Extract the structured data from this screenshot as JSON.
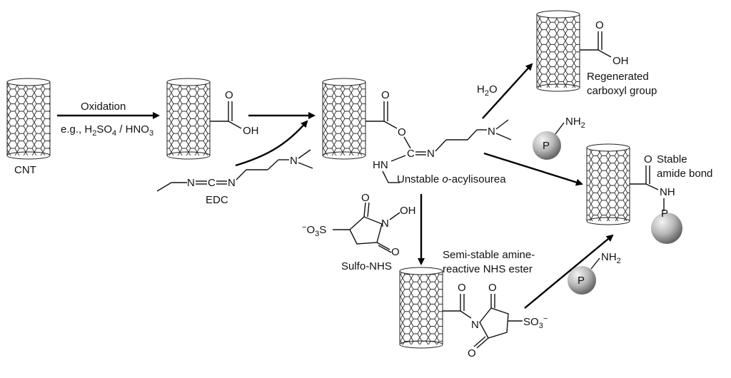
{
  "labels": {
    "cnt": "CNT",
    "oxidation": "Oxidation",
    "eg_prefix": "e.g., H",
    "sub2": "2",
    "so": "SO",
    "sub4": "4",
    "hno": " / HNO",
    "sub3": "3",
    "edc": "EDC",
    "unstable_prefix": "Unstable ",
    "unstable_italic": "o",
    "unstable_suffix": "-acylisourea",
    "sulfo_nhs": "Sulfo-NHS",
    "h2o_h": "H",
    "h2o_o": "O",
    "regenerated_1": "Regenerated",
    "regenerated_2": "carboxyl group",
    "stable_1": "Stable",
    "stable_2": "amide bond",
    "semistable_1": "Semi-stable amine-",
    "semistable_2": "reactive NHS ester"
  },
  "atoms": {
    "O": "O",
    "OH": "OH",
    "N": "N",
    "C": "C",
    "HN": "HN",
    "NH": "NH",
    "NH2": "NH",
    "P": "P",
    "SO3": "SO",
    "minus": "−",
    "minus_prefix": "−O",
    "S": "S"
  },
  "colors": {
    "sphere_light": "#f2f2f2",
    "sphere_dark": "#6f6f6f",
    "tube": "#555555"
  }
}
